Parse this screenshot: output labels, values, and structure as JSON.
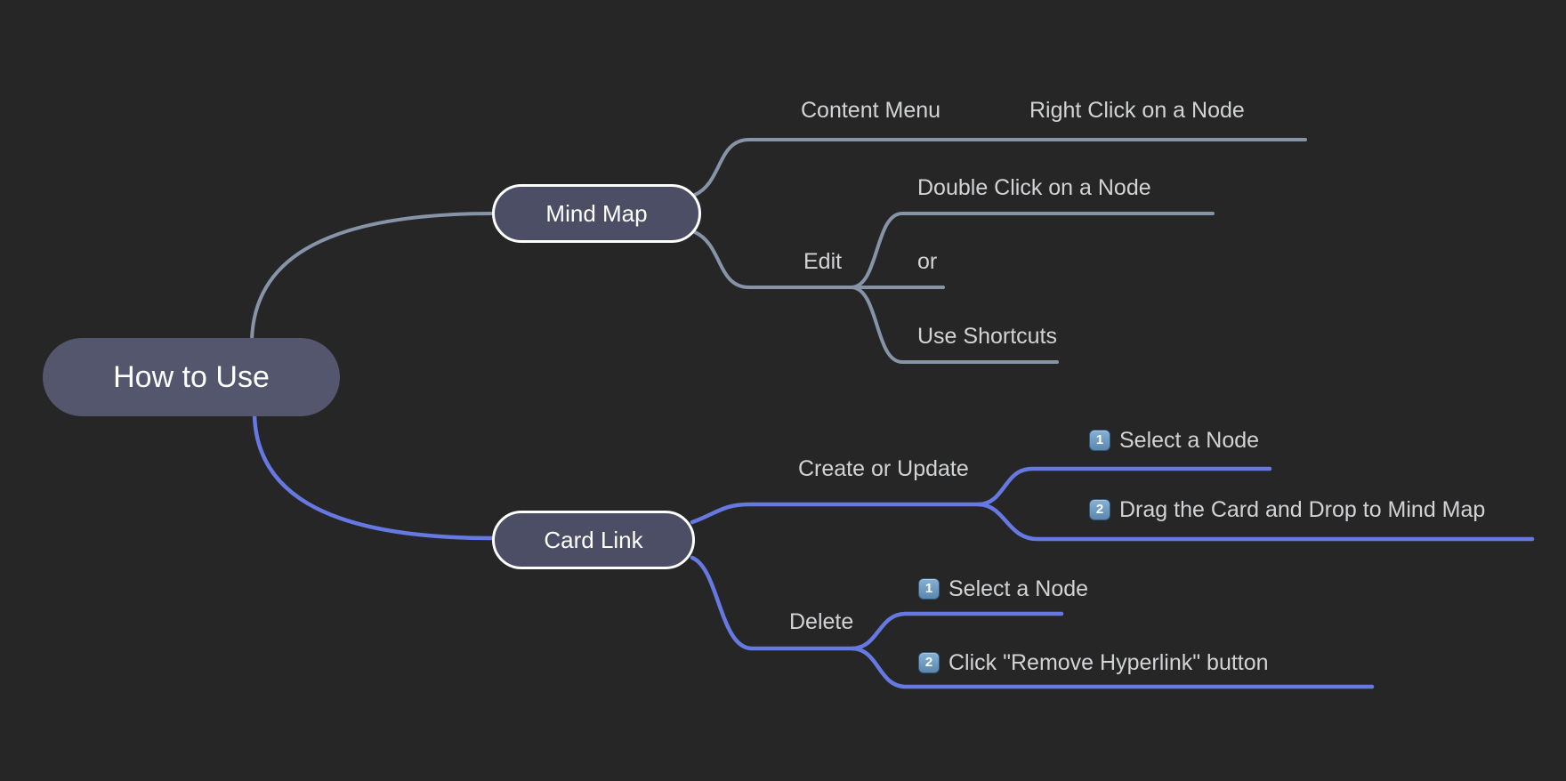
{
  "colors": {
    "background": "#262626",
    "root_fill": "#54566e",
    "node_fill": "#4b4e64",
    "node_border": "#ffffff",
    "branch_mindmap": "#8694a7",
    "branch_cardlink": "#6678e2",
    "text": "#d2d3d5",
    "node_text": "#ffffff",
    "badge_top": "#86b1d5",
    "badge_bottom": "#5b88af"
  },
  "root": {
    "label": "How to Use"
  },
  "branches": [
    {
      "label": "Mind Map",
      "color": "#8694a7",
      "children": [
        {
          "label": "Content Menu",
          "children": [
            {
              "label": "Right Click on a Node"
            }
          ]
        },
        {
          "label": "Edit",
          "children": [
            {
              "label": "Double Click on a Node"
            },
            {
              "label": "or"
            },
            {
              "label": "Use Shortcuts"
            }
          ]
        }
      ]
    },
    {
      "label": "Card Link",
      "color": "#6678e2",
      "children": [
        {
          "label": "Create or Update",
          "children": [
            {
              "badge": "1",
              "label": "Select a Node"
            },
            {
              "badge": "2",
              "label": "Drag the Card and Drop to Mind Map"
            }
          ]
        },
        {
          "label": "Delete",
          "children": [
            {
              "badge": "1",
              "label": "Select a Node"
            },
            {
              "badge": "2",
              "label": "Click \"Remove Hyperlink\" button"
            }
          ]
        }
      ]
    }
  ]
}
